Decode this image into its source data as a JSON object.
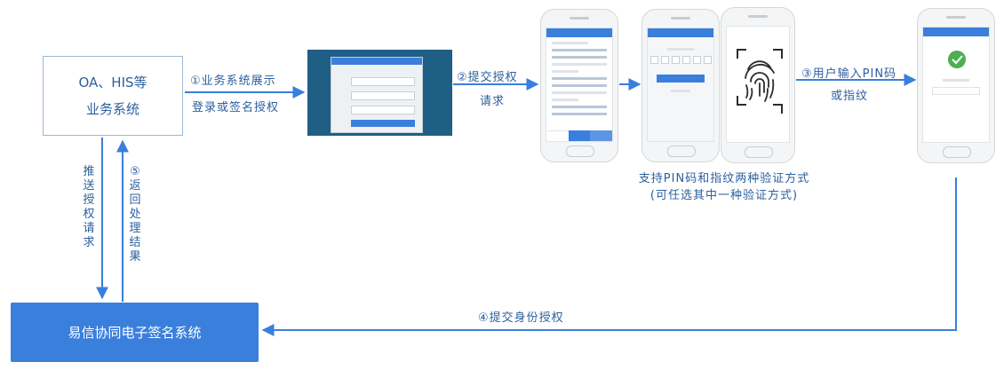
{
  "nodes": {
    "oa": {
      "line1": "OA、HIS等",
      "line2": "业务系统"
    },
    "sign_system": {
      "label": "易信协同电子签名系统"
    }
  },
  "steps": {
    "s1_line1": "①业务系统展示",
    "s1_line2": "登录或签名授权",
    "s2_line1": "②提交授权",
    "s2_line2": "请求",
    "s3_line1": "③用户输入PIN码",
    "s3_line2": "或指纹",
    "s4": "④提交身份授权",
    "push": "推送授权请求",
    "s5": "⑤返回处理结果"
  },
  "caption": {
    "line1": "支持PIN码和指纹两种验证方式",
    "line2": "(可任选其中一种验证方式)"
  },
  "colors": {
    "accent": "#3a7fdc",
    "text": "#2b5f9e",
    "line": "#3a7fdc"
  },
  "icons": [
    "fingerprint-icon",
    "check-circle-icon"
  ]
}
